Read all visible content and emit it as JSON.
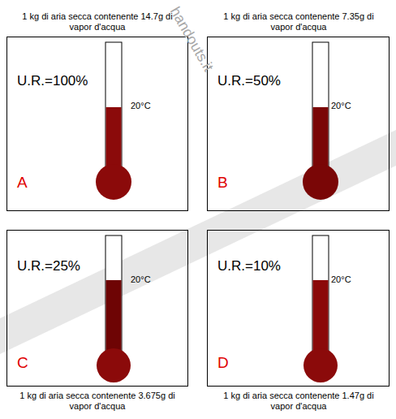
{
  "diagram": {
    "nodes": [
      {
        "text": [
          "1 kg di aria secca contenente 14.7g di vapor d'acqua",
          "U.R.=100%",
          "20°C",
          "A"
        ]
      },
      {
        "text": [
          "1 kg di aria secca contenente 7.35g di vapor d'acqua",
          "U.R.=50%",
          "20°C",
          "B"
        ]
      },
      {
        "text": [
          "1 kg di aria secca contenente 3.675g di vapor d'acqua",
          "U.R.=25%",
          "20°C",
          "C"
        ]
      },
      {
        "text": [
          "1 kg di aria secca contenente 1.47g di vapor d'acqua",
          "U.R.=10%",
          "20°C",
          "D"
        ]
      }
    ],
    "labels": [
      "handouts.it"
    ]
  }
}
